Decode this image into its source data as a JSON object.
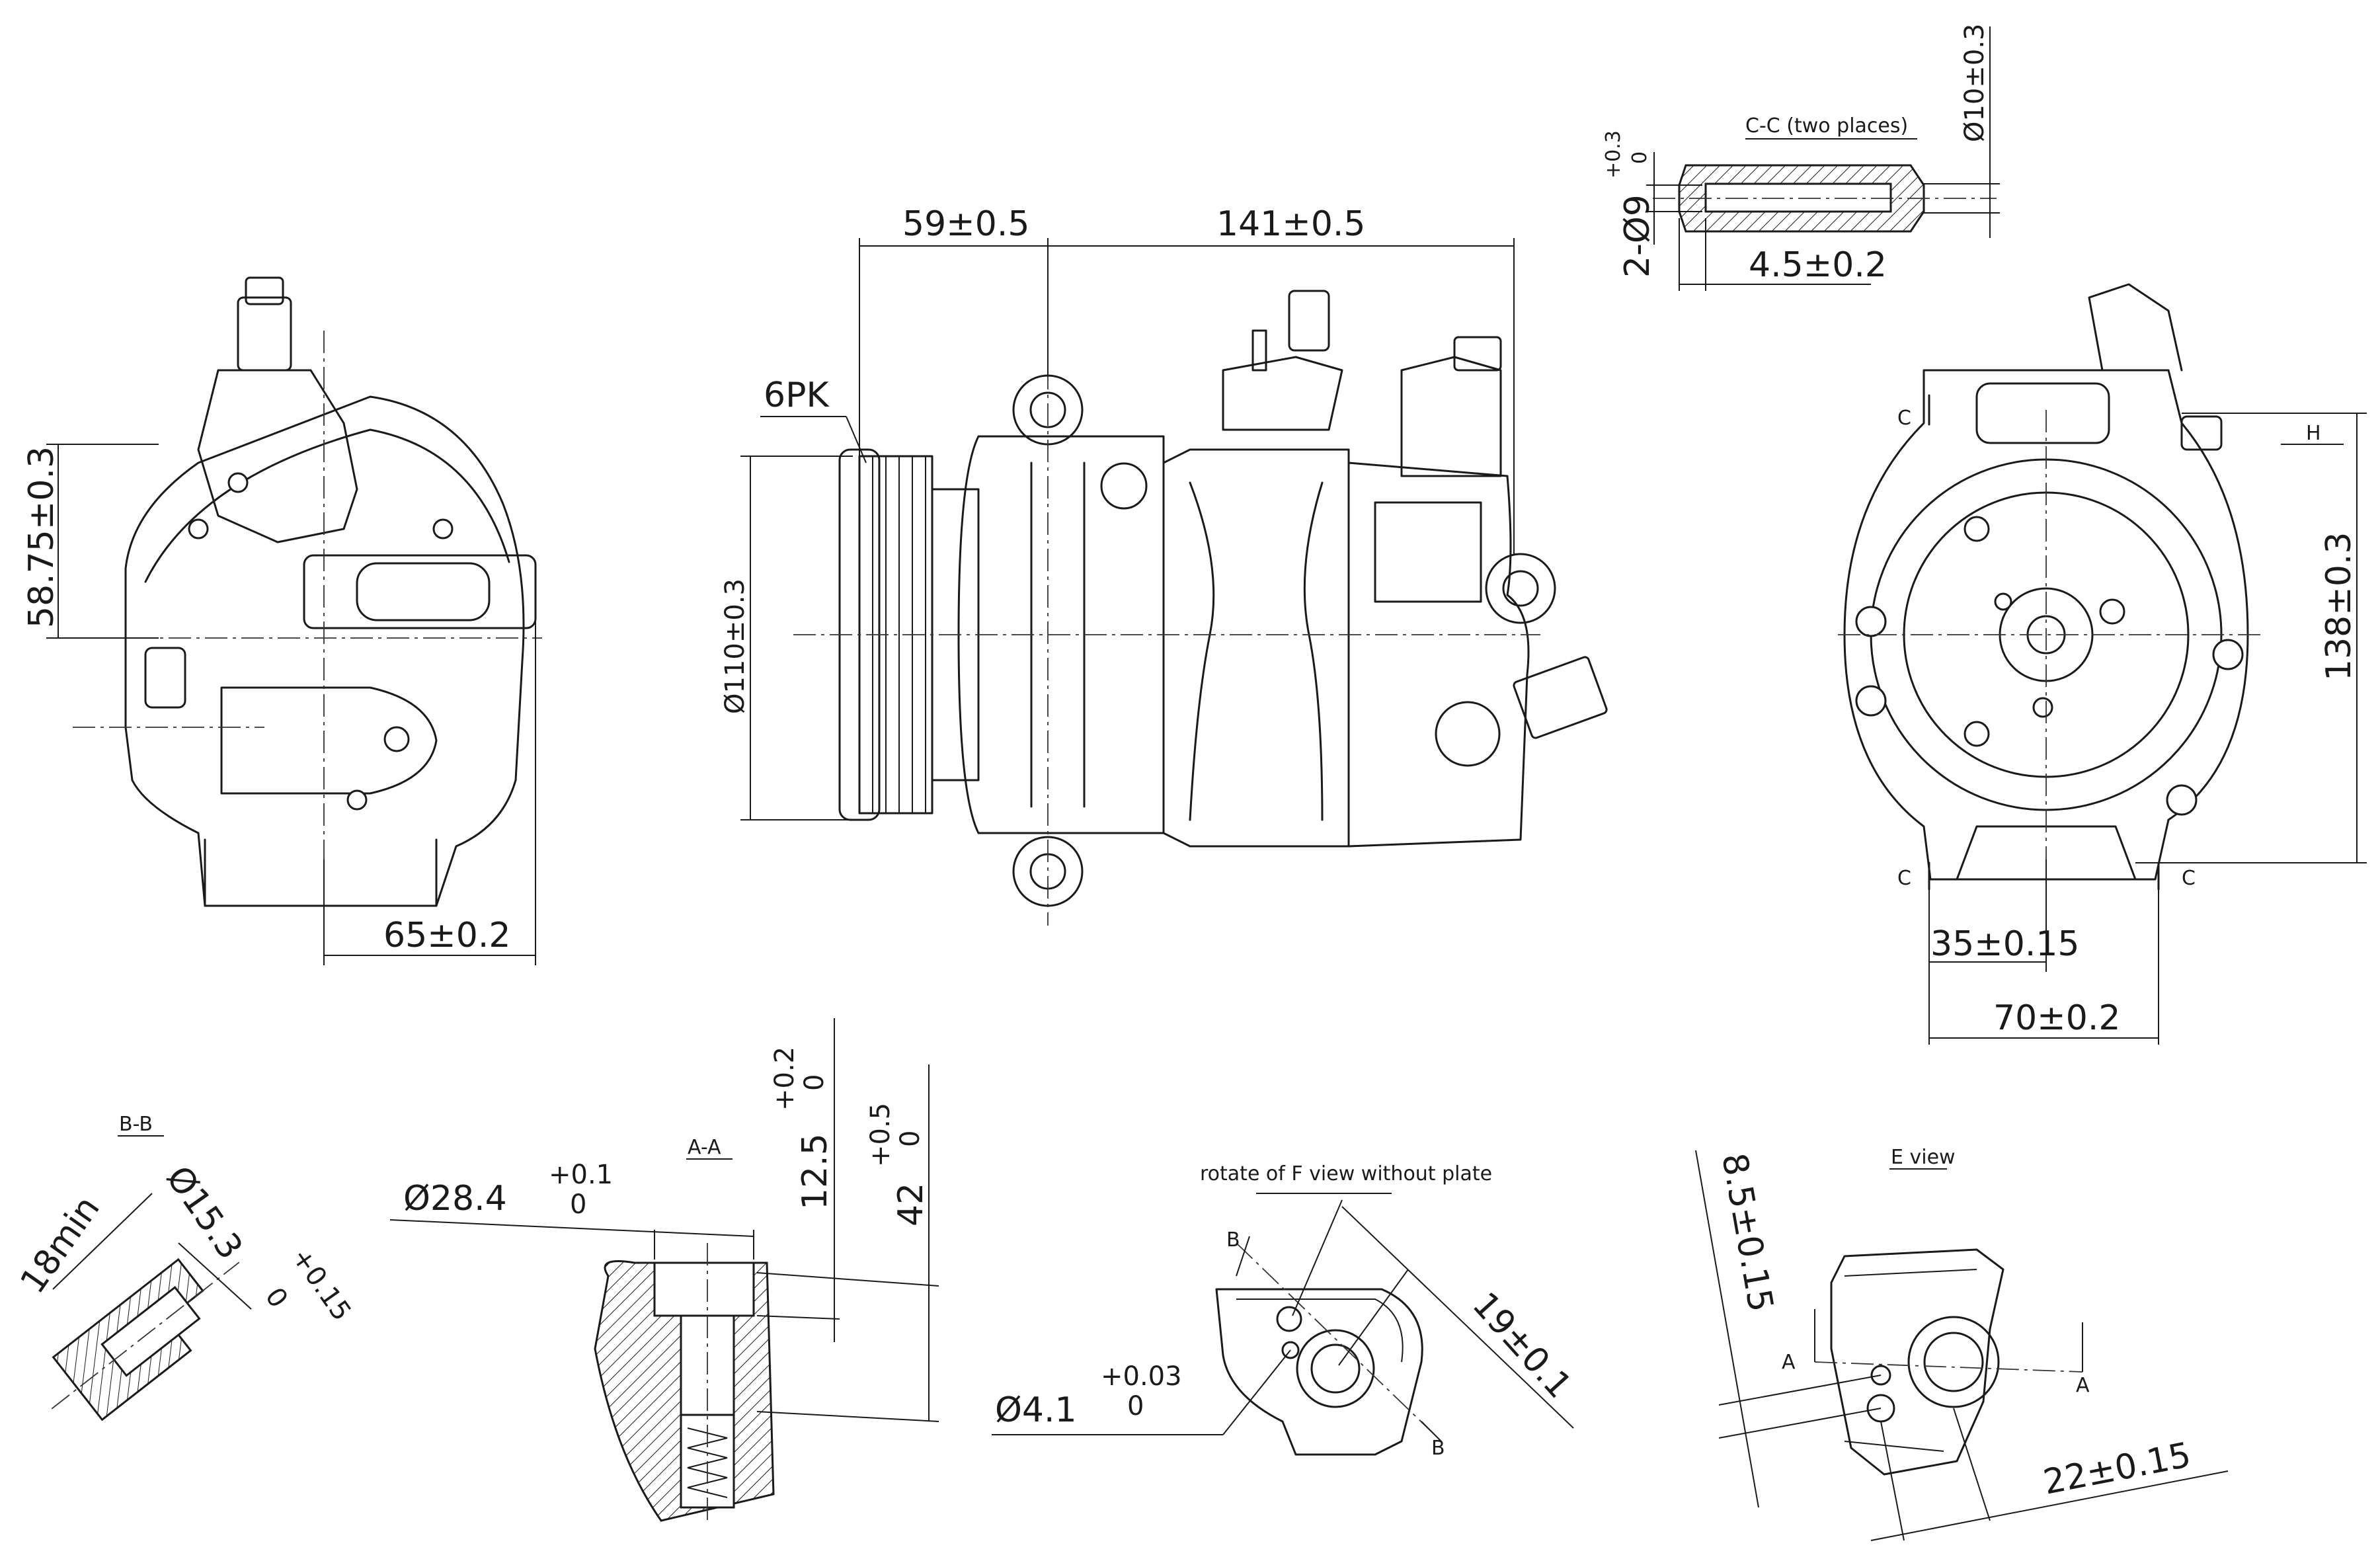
{
  "front_view": {
    "dim_height": "58.75±0.3",
    "dim_width": "65±0.2"
  },
  "side_view": {
    "dim_pulley_length": "59±0.5",
    "dim_body_length": "141±0.5",
    "belt_label": "6PK",
    "dim_pulley_dia": "Ø110±0.3"
  },
  "rear_view": {
    "dim_height": "138±0.3",
    "dim_35": "35±0.15",
    "dim_70": "70±0.2",
    "label_c": "C",
    "label_h": "H"
  },
  "section_cc": {
    "title": "C-C (two places)",
    "dim_small_dia": "2-Ø9",
    "dim_small_tol_upper": "+0.3",
    "dim_small_tol_lower": "0",
    "dim_large_dia": "Ø10±0.3",
    "dim_depth": "4.5±0.2"
  },
  "section_bb": {
    "title": "B-B",
    "dim_min": "18min",
    "dim_dia": "Ø15.3",
    "dim_tol_upper": "+0.15",
    "dim_tol_lower": "0"
  },
  "section_aa": {
    "title": "A-A",
    "dim_dia": "Ø28.4",
    "dim_dia_tol_upper": "+0.1",
    "dim_dia_tol_lower": "0",
    "dim_depth_1": "12.5",
    "dim_depth_1_tol_upper": "+0.2",
    "dim_depth_1_tol_lower": "0",
    "dim_depth_2": "42",
    "dim_depth_2_tol_upper": "+0.5",
    "dim_depth_2_tol_lower": "0"
  },
  "rotate_view": {
    "title": "rotate of F view without plate",
    "label_b": "B",
    "dim_hole": "Ø4.1",
    "dim_hole_tol_upper": "+0.03",
    "dim_hole_tol_lower": "0",
    "dim_offset": "19±0.1"
  },
  "e_view": {
    "title": "E view",
    "label_a": "A",
    "dim_vertical": "8.5±0.15",
    "dim_horizontal": "22±0.15"
  }
}
